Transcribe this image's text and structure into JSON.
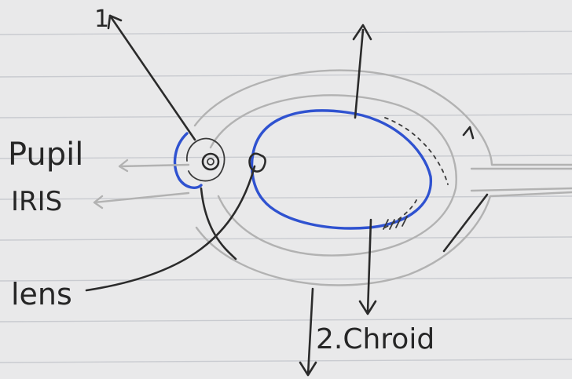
{
  "labels": {
    "pupil": "Pupil",
    "iris": "IRIS",
    "lens": "lens",
    "choroid": "2.Chroid",
    "top_marker": "1"
  },
  "colors": {
    "paper": "#e9e9ea",
    "ruled_line": "#c9cbd0",
    "ink": "#2b2b2b",
    "pencil": "#b2b2b2",
    "blue_ink": "#2f52d0"
  }
}
